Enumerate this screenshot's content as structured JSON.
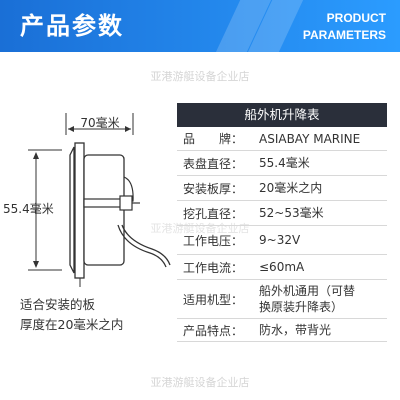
{
  "banner": {
    "title": "产品参数",
    "en_line1": "PRODUCT",
    "en_line2": "PARAMETERS",
    "color_start": "#1a6fd6",
    "color_end": "#2b9cff"
  },
  "watermark": {
    "text": "亚港游艇设备企业店"
  },
  "diagram": {
    "dim_depth": "70毫米",
    "dim_diameter": "55.4毫米"
  },
  "caption": {
    "line1": "适合安装的板",
    "line2": "厚度在20毫米之内"
  },
  "table": {
    "title": "船外机升降表",
    "rows": [
      {
        "label": "品　　牌：",
        "value": "ASIABAY MARINE"
      },
      {
        "label": "表盘直径：",
        "value": "55.4毫米"
      },
      {
        "label": "安装板厚：",
        "value": "20毫米之内"
      },
      {
        "label": "挖孔直径：",
        "value": "52~53毫米"
      },
      {
        "label": "工作电压：",
        "value": "9~32V"
      },
      {
        "label": "工作电流：",
        "value": "≤60mA"
      },
      {
        "label": "适用机型：",
        "value": "船外机通用（可替",
        "value2": "换原装升降表）"
      },
      {
        "label": "产品特点：",
        "value": "防水，带背光"
      }
    ]
  }
}
